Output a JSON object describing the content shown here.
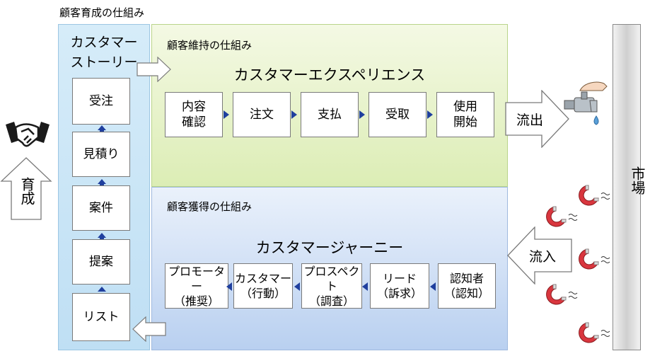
{
  "outer_title": "顧客育成の仕組み",
  "story": {
    "label_line1": "カスタマー",
    "label_line2": "ストーリー",
    "stages": [
      {
        "label": "受注"
      },
      {
        "label": "見積り"
      },
      {
        "label": "案件"
      },
      {
        "label": "提案"
      },
      {
        "label": "リスト"
      }
    ]
  },
  "retention": {
    "section_title": "顧客維持の仕組み",
    "heading": "カスタマーエクスペリエンス",
    "steps": [
      {
        "line1": "内容",
        "line2": "確認"
      },
      {
        "line1": "注文",
        "line2": ""
      },
      {
        "line1": "支払",
        "line2": ""
      },
      {
        "line1": "受取",
        "line2": ""
      },
      {
        "line1": "使用",
        "line2": "開始"
      }
    ]
  },
  "acquisition": {
    "section_title": "顧客獲得の仕組み",
    "heading": "カスタマージャーニー",
    "steps": [
      {
        "line1": "プロモーター",
        "line2": "（推奨）"
      },
      {
        "line1": "カスタマー",
        "line2": "（行動）"
      },
      {
        "line1": "プロスペクト",
        "line2": "（調査）"
      },
      {
        "line1": "リード",
        "line2": "（訴求）"
      },
      {
        "line1": "認知者",
        "line2": "（認知）"
      }
    ]
  },
  "nurture_arrow_label": "育成",
  "outflow_label": "流出",
  "inflow_label": "流入",
  "market_label": "市場",
  "icons": [
    "handshake-icon",
    "faucet-icon",
    "magnet-icon"
  ],
  "colors": {
    "arrow_blue": "#1f3f9e",
    "magnet_red": "#d9363e"
  }
}
